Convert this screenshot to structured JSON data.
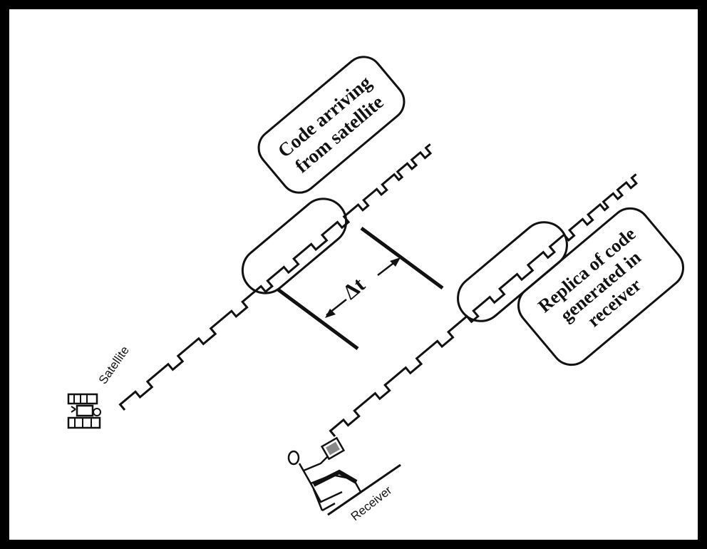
{
  "labels": {
    "code_arriving_line1": "Code arriving",
    "code_arriving_line2": "from satellite",
    "replica_line1": "Replica of code",
    "replica_line2": "generated in",
    "replica_line3": "receiver",
    "satellite": "Satellite",
    "receiver": "Receiver",
    "delta_t": "Δt"
  }
}
